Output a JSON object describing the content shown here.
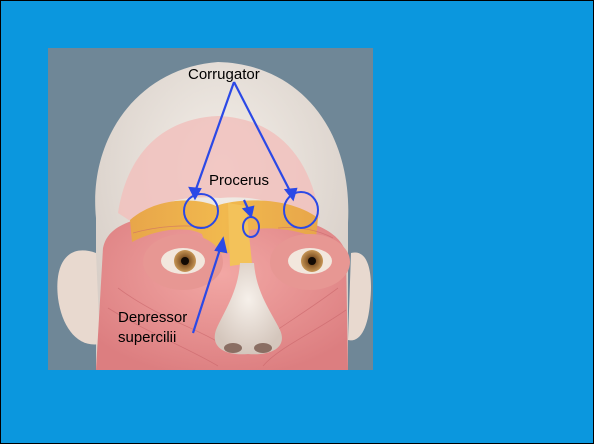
{
  "slide": {
    "background": "#0b97de",
    "image": {
      "subject": "muscles-of-face",
      "labels": {
        "corrugator": "Corrugator",
        "procerus": "Procerus",
        "depressor_line1": "Depressor",
        "depressor_line2": "supercilii"
      },
      "annotation_color": "#2b49e6"
    }
  }
}
